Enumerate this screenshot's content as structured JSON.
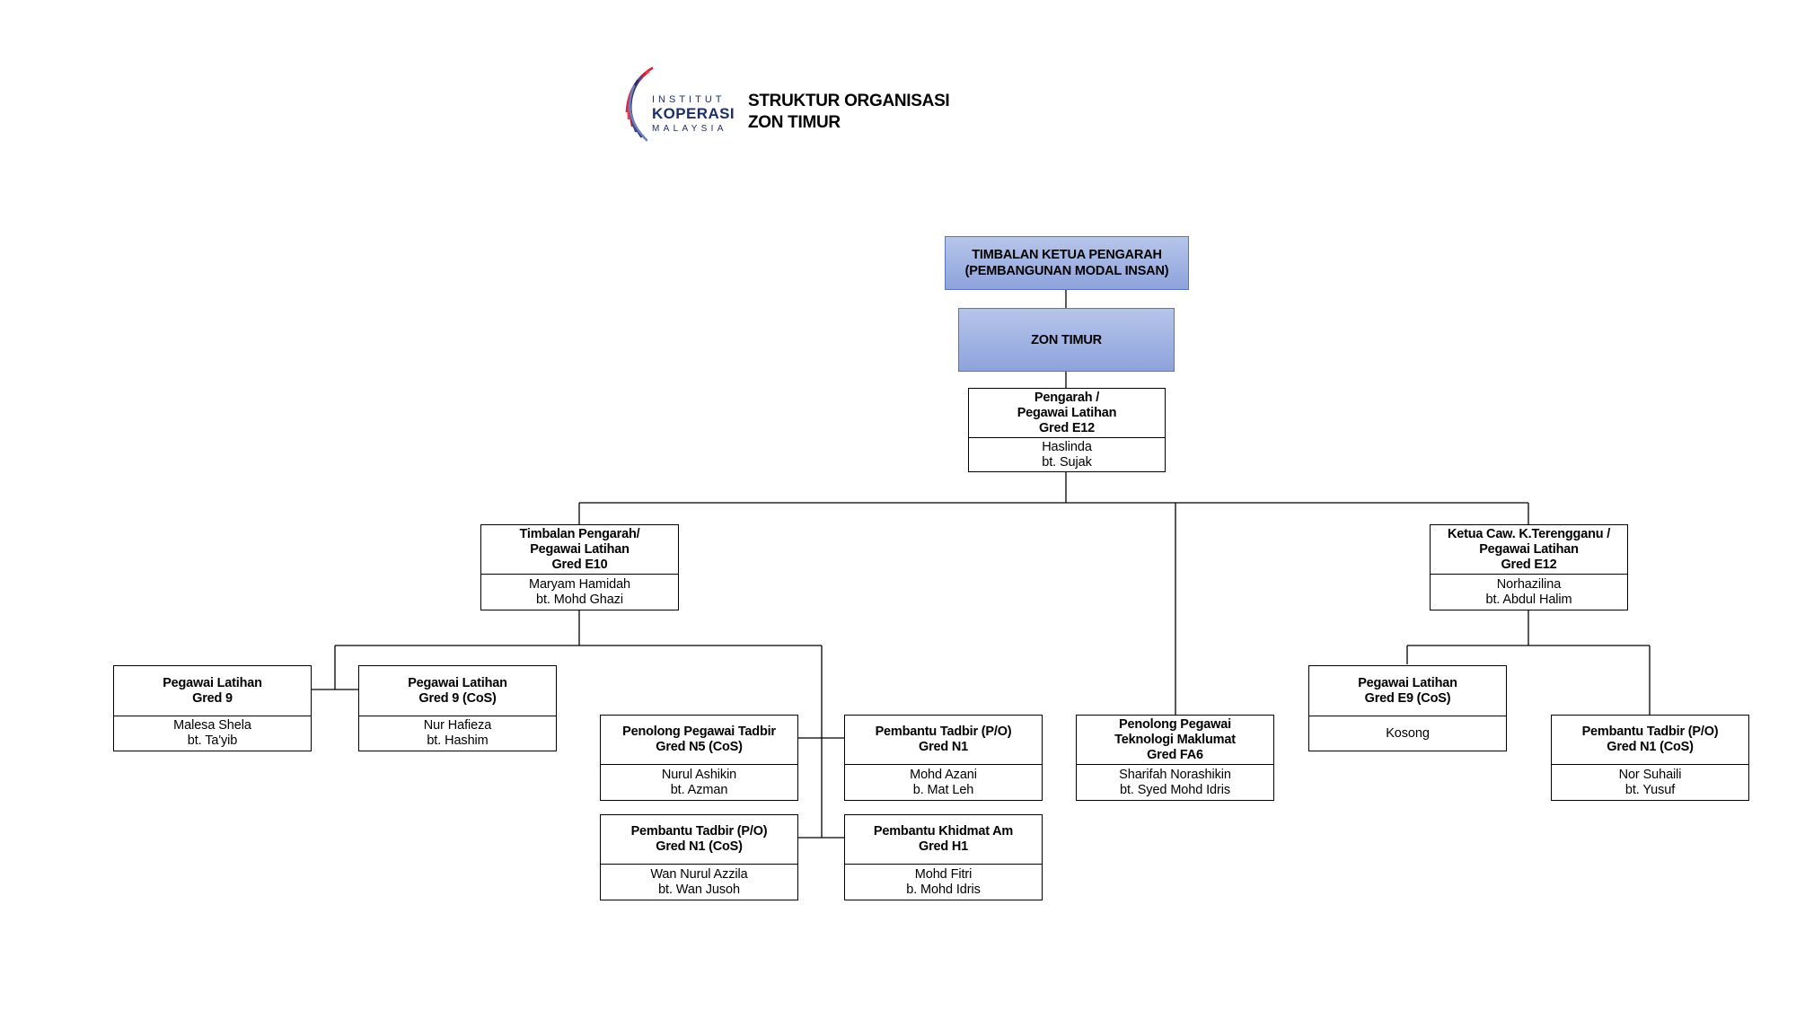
{
  "header": {
    "title_line1": "STRUKTUR ORGANISASI",
    "title_line2": "ZON TIMUR",
    "logo": {
      "line1": "INSTITUT",
      "line2": "KOPERASI",
      "line3": "MALAYSIA"
    }
  },
  "top_box": {
    "line1": "TIMBALAN KETUA PENGARAH",
    "line2": "(PEMBANGUNAN MODAL INSAN)"
  },
  "zone_box": {
    "label": "ZON TIMUR"
  },
  "nodes": {
    "pengarah": {
      "title": [
        "Pengarah /",
        "Pegawai Latihan",
        "Gred E12"
      ],
      "name": [
        "Haslinda",
        "bt. Sujak"
      ]
    },
    "timbalan": {
      "title": [
        "Timbalan Pengarah/",
        "Pegawai Latihan",
        "Gred E10"
      ],
      "name": [
        "Maryam Hamidah",
        "bt. Mohd Ghazi"
      ]
    },
    "ketua_caw": {
      "title": [
        "Ketua Caw. K.Terengganu /",
        "Pegawai Latihan",
        "Gred E12"
      ],
      "name": [
        "Norhazilina",
        "bt. Abdul Halim"
      ]
    },
    "pl_gred9": {
      "title": [
        "Pegawai Latihan",
        "Gred 9"
      ],
      "name": [
        "Malesa Shela",
        "bt. Ta'yib"
      ]
    },
    "pl_gred9_cos": {
      "title": [
        "Pegawai Latihan",
        "Gred 9 (CoS)"
      ],
      "name": [
        "Nur Hafieza",
        "bt. Hashim"
      ]
    },
    "ppt_n5": {
      "title": [
        "Penolong Pegawai Tadbir",
        "Gred N5 (CoS)"
      ],
      "name": [
        "Nurul Ashikin",
        "bt. Azman"
      ]
    },
    "pt_n1": {
      "title": [
        "Pembantu Tadbir (P/O)",
        "Gred N1"
      ],
      "name": [
        "Mohd Azani",
        "b. Mat Leh"
      ]
    },
    "pt_n1_cos": {
      "title": [
        "Pembantu Tadbir (P/O)",
        "Gred N1 (CoS)"
      ],
      "name": [
        "Wan Nurul Azzila",
        "bt. Wan Jusoh"
      ]
    },
    "pka_h1": {
      "title": [
        "Pembantu Khidmat Am",
        "Gred H1"
      ],
      "name": [
        "Mohd Fitri",
        "b. Mohd Idris"
      ]
    },
    "ppm_fa6": {
      "title": [
        "Penolong Pegawai",
        "Teknologi Maklumat",
        "Gred FA6"
      ],
      "name": [
        "Sharifah Norashikin",
        "bt. Syed Mohd Idris"
      ]
    },
    "pl_e9_cos": {
      "title": [
        "Pegawai Latihan",
        "Gred E9 (CoS)"
      ],
      "name": [
        "Kosong"
      ]
    },
    "pt_n1_cos_b": {
      "title": [
        "Pembantu Tadbir (P/O)",
        "Gred N1 (CoS)"
      ],
      "name": [
        "Nor Suhaili",
        "bt. Yusuf"
      ]
    }
  },
  "colors": {
    "blue_fill_top": "#b6c5ea",
    "blue_fill_bottom": "#8ea3dc",
    "blue_border": "#5a76b8",
    "line": "#000000"
  }
}
